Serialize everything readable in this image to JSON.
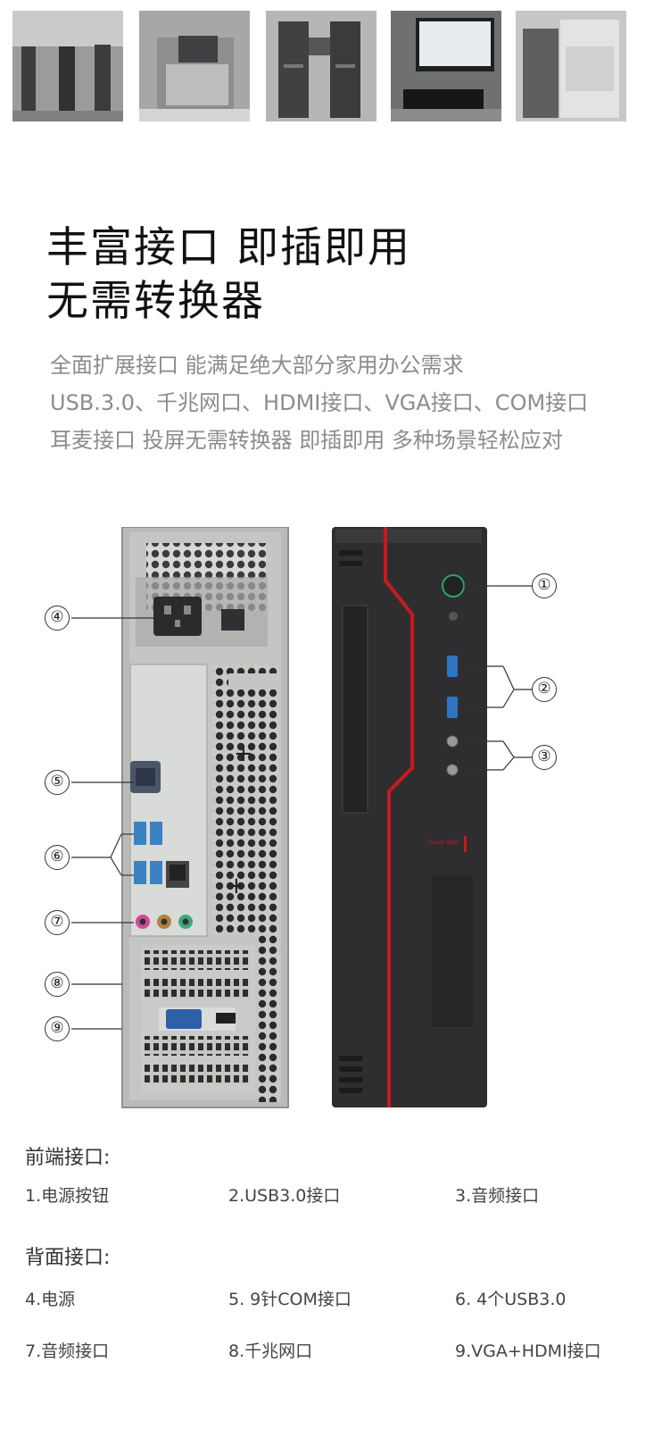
{
  "photos": [
    {
      "name": "office-pc-towers-photo"
    },
    {
      "name": "pc-chassis-closeup-photo"
    },
    {
      "name": "pc-towers-pair-photo"
    },
    {
      "name": "desktop-monitor-keyboard-photo"
    },
    {
      "name": "packaged-boxes-photo"
    }
  ],
  "headline": {
    "line1": "丰富接口 即插即用",
    "line2": "无需转换器"
  },
  "description": {
    "line1": "全面扩展接口 能满足绝大部分家用办公需求",
    "line2": "USB.3.0、千兆网口、HDMI接口、VGA接口、COM接口",
    "line3": "耳麦接口 投屏无需转换器 即插即用 多种场景轻松应对"
  },
  "diagram": {
    "brand_mark": "Great Wall",
    "callouts": {
      "c1": "①",
      "c2": "②",
      "c3": "③",
      "c4": "④",
      "c5": "⑤",
      "c6": "⑥",
      "c7": "⑦",
      "c8": "⑧",
      "c9": "⑨"
    }
  },
  "specs": {
    "front_heading": "前端接口:",
    "front_items": [
      "1.电源按钮",
      "2.USB3.0接口",
      "3.音频接口"
    ],
    "back_heading": "背面接口:",
    "back_items_row1": [
      "4.电源",
      "5. 9针COM接口",
      "6. 4个USB3.0"
    ],
    "back_items_row2": [
      "7.音频接口",
      "8.千兆网口",
      "9.VGA+HDMI接口"
    ]
  },
  "colors": {
    "accent_red": "#c8191e",
    "chassis_dark": "#2e2e30",
    "rear_panel": "#b9bbb8"
  }
}
